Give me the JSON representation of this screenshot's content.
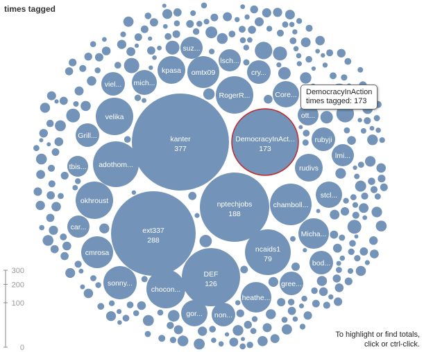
{
  "title": "times tagged",
  "legend": {
    "ticks": [
      {
        "value": 0,
        "label": "0"
      },
      {
        "value": 100,
        "label": "100"
      },
      {
        "value": 200,
        "label": "200"
      },
      {
        "value": 300,
        "label": "300"
      }
    ]
  },
  "tooltip": {
    "name": "DemocracyInAction",
    "value_text": "times tagged: 173"
  },
  "hint": {
    "line1": "To highlight or find totals,",
    "line2": "click or ctrl-click."
  },
  "colors": {
    "bubble": "#7394b8",
    "highlight_stroke": "#c0282d",
    "text": "#ffffff"
  },
  "chart_data": {
    "type": "bubble",
    "title": "times tagged",
    "highlighted": "DemocracyInAction",
    "bubbles": [
      {
        "label": "kanter",
        "value": 377,
        "value_label": "377"
      },
      {
        "label": "ext337",
        "value": 288,
        "value_label": "288"
      },
      {
        "label": "nptechjobs",
        "value": 188,
        "value_label": "188"
      },
      {
        "label": "DemocracyInAct...",
        "value": 173,
        "value_label": "173"
      },
      {
        "label": "DEF",
        "value": 126,
        "value_label": "126"
      },
      {
        "label": "ncaids1",
        "value": 79,
        "value_label": "79"
      },
      {
        "label": "adothom...",
        "value": null
      },
      {
        "label": "chamboll...",
        "value": null
      },
      {
        "label": "okhroust",
        "value": null
      },
      {
        "label": "velika",
        "value": null
      },
      {
        "label": "RogerR...",
        "value": null
      },
      {
        "label": "chocon...",
        "value": null
      },
      {
        "label": "sonny...",
        "value": null
      },
      {
        "label": "cmrosa",
        "value": null
      },
      {
        "label": "omtx09",
        "value": null
      },
      {
        "label": "kpasa",
        "value": null
      },
      {
        "label": "mich...",
        "value": null
      },
      {
        "label": "viel...",
        "value": null
      },
      {
        "label": "Grill...",
        "value": null
      },
      {
        "label": "tbis...",
        "value": null
      },
      {
        "label": "car...",
        "value": null
      },
      {
        "label": "rudivs",
        "value": null
      },
      {
        "label": "Micha...",
        "value": null
      },
      {
        "label": "stcl...",
        "value": null
      },
      {
        "label": "heathe...",
        "value": null
      },
      {
        "label": "gree...",
        "value": null
      },
      {
        "label": "gor...",
        "value": null
      },
      {
        "label": "non...",
        "value": null
      },
      {
        "label": "bod...",
        "value": null
      },
      {
        "label": "rubyji",
        "value": null
      },
      {
        "label": "lmi...",
        "value": null
      },
      {
        "label": "ott...",
        "value": null
      },
      {
        "label": "Core...",
        "value": null
      },
      {
        "label": "cry...",
        "value": null
      },
      {
        "label": "lsch...",
        "value": null
      },
      {
        "label": "suz...",
        "value": null
      }
    ]
  }
}
